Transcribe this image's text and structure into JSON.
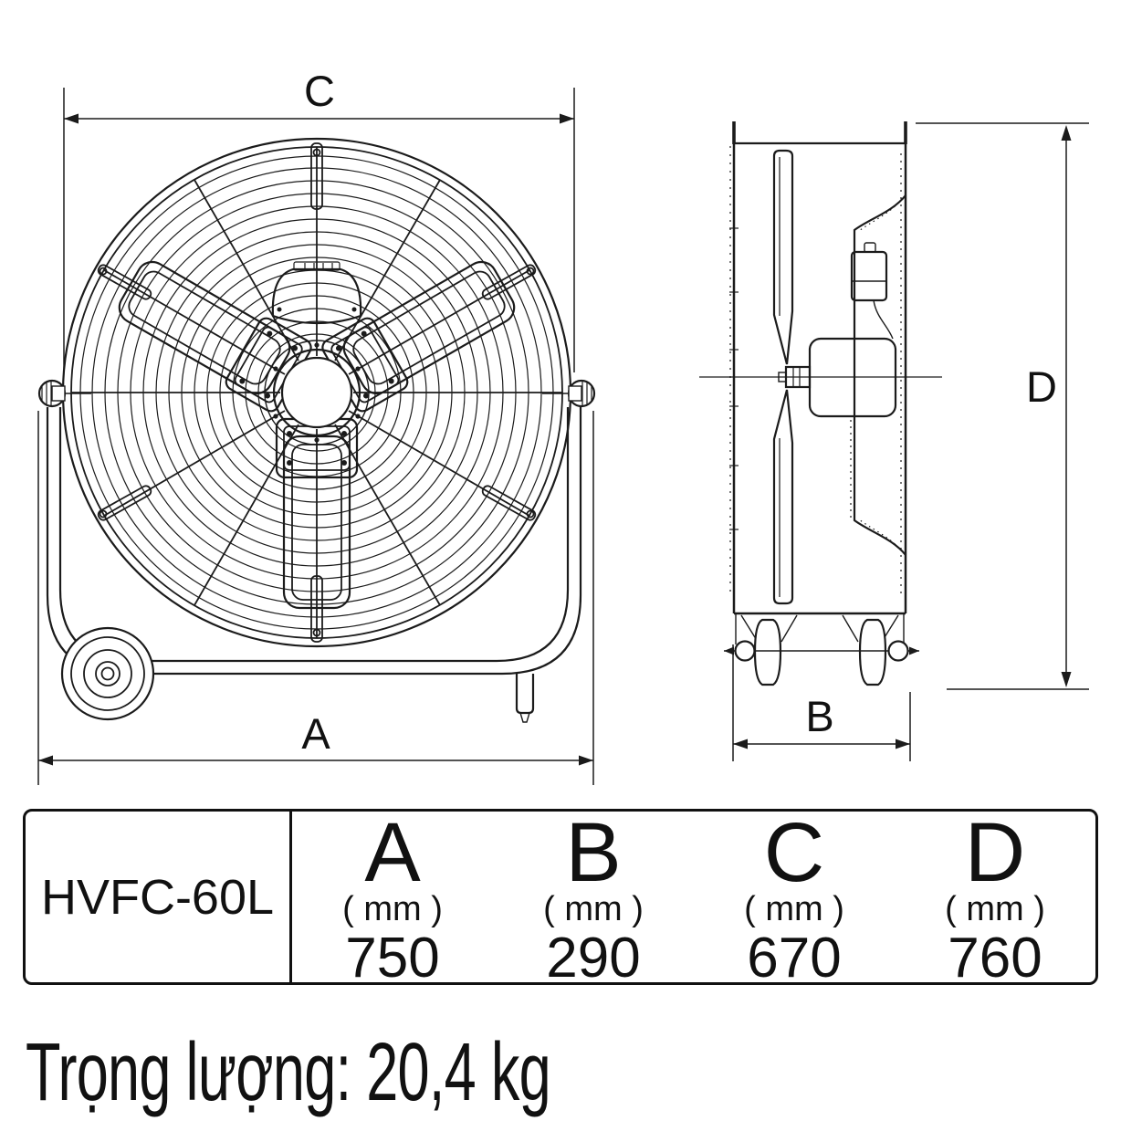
{
  "drawing": {
    "front_view": {
      "top_dim_label": "C",
      "bottom_dim_label": "A"
    },
    "side_view": {
      "bottom_dim_label": "B",
      "right_dim_label": "D"
    }
  },
  "table": {
    "model": "HVFC-60L",
    "columns": [
      {
        "letter": "A",
        "unit": "( mm )",
        "value": "750"
      },
      {
        "letter": "B",
        "unit": "( mm )",
        "value": "290"
      },
      {
        "letter": "C",
        "unit": "( mm )",
        "value": "670"
      },
      {
        "letter": "D",
        "unit": "( mm )",
        "value": "760"
      }
    ]
  },
  "weight": {
    "label": "Trọng lượng: 20,4 kg"
  },
  "colors": {
    "line": "#1b1b1b",
    "background": "#ffffff"
  }
}
